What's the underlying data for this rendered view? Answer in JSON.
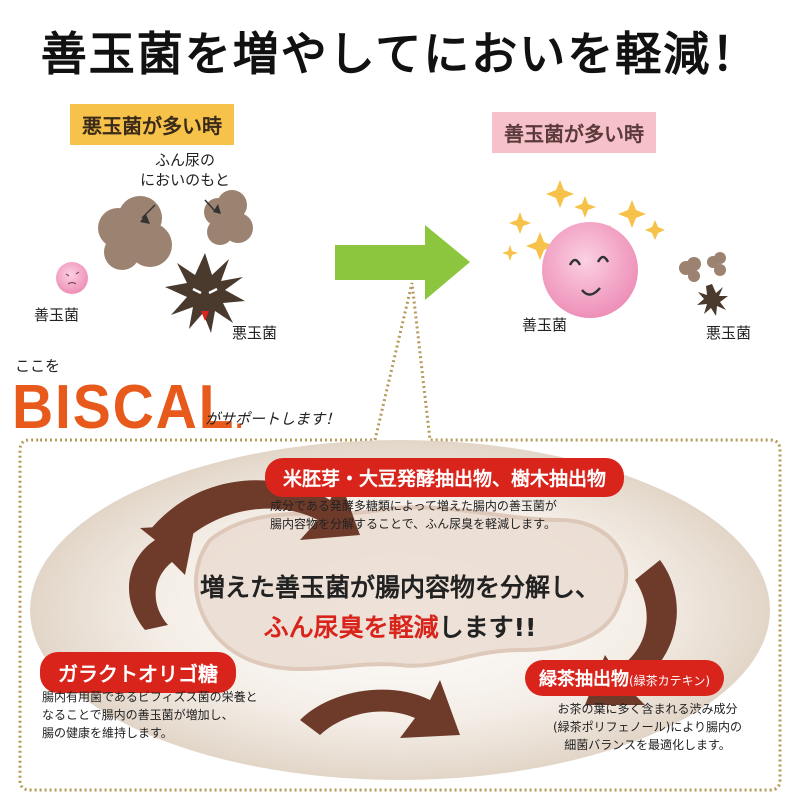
{
  "title": "善玉菌を増やしてにおいを軽減！",
  "left_panel": {
    "tag": "悪玉菌が多い時",
    "odor_label_line1": "ふん尿の",
    "odor_label_line2": "においのもと",
    "good_label": "善玉菌",
    "bad_label": "悪玉菌"
  },
  "right_panel": {
    "tag": "善玉菌が多い時",
    "good_label": "善玉菌",
    "bad_label": "悪玉菌"
  },
  "biscal": {
    "prefix": "ここを",
    "logo": "BISCAL",
    "logo_dot": ".",
    "suffix": "がサポートします！"
  },
  "ingredients": {
    "rice": {
      "label": "米胚芽・大豆発酵抽出物、樹木抽出物",
      "desc_line1": "成分である発酵多糖類によって増えた腸内の善玉菌が",
      "desc_line2": "腸内容物を分解することで、ふん尿臭を軽減します。"
    },
    "galacto": {
      "label": "ガラクトオリゴ糖",
      "desc_line1": "腸内有用菌であるビフィズス菌の栄養と",
      "desc_line2": "なることで腸内の善玉菌が増加し、",
      "desc_line3": "腸の健康を維持します。"
    },
    "green_tea": {
      "label": "緑茶抽出物",
      "label_sub": "(緑茶カテキン)",
      "desc_line1": "お茶の葉に多く含まれる渋み成分",
      "desc_line2": "(緑茶ポリフェノール)により腸内の",
      "desc_line3": "細菌バランスを最適化します。"
    }
  },
  "main_message": {
    "line1": "増えた善玉菌が腸内容物を分解し、",
    "line2_highlight": "ふん尿臭を軽減",
    "line2_rest": "します!!"
  },
  "colors": {
    "bad_tag": "#f6c24a",
    "good_tag": "#f6c1c9",
    "arrow_green": "#8cc63f",
    "logo_orange": "#e85a1c",
    "label_red": "#d9241c",
    "panel_border": "#b59a5a",
    "swirl_brown": "#6e3b2a"
  }
}
